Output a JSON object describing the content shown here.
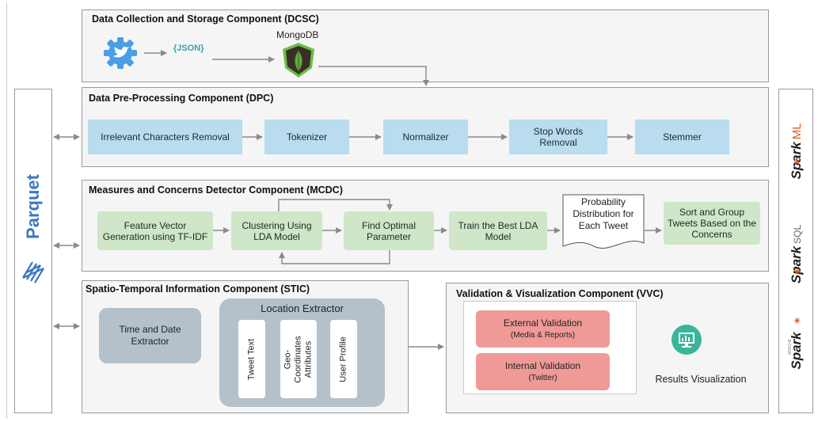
{
  "dcsc": {
    "title": "Data Collection and Storage Component (DCSC)",
    "json_label": "{JSON}",
    "mongodb_label": "MongoDB"
  },
  "dpc": {
    "title": "Data Pre-Processing Component (DPC)",
    "steps": [
      "Irrelevant  Characters Removal",
      "Tokenizer",
      "Normalizer",
      "Stop Words\nRemoval",
      "Stemmer"
    ]
  },
  "mcdc": {
    "title": "Measures and Concerns Detector Component (MCDC)",
    "feature": "Feature Vector\nGeneration using TF-IDF",
    "clustering": "Clustering Using\nLDA Model",
    "optimal": "Find Optimal\nParameter",
    "train": "Train the Best LDA\nModel",
    "probability": "Probability\nDistribution for\nEach Tweet",
    "sort": "Sort and Group\nTweets Based on the\nConcerns"
  },
  "stic": {
    "title": "Spatio-Temporal Information Component (STIC)",
    "time_date": "Time and Date\nExtractor",
    "location_title": "Location Extractor",
    "location_items": [
      "Tweet Text",
      "Geo-\nCoordinates\nAttributes",
      "User Profile"
    ]
  },
  "vvc": {
    "title": "Validation & Visualization Component (VVC)",
    "external": "External Validation",
    "external_sub": "(Media & Reports)",
    "internal": "Internal Validation",
    "internal_sub": "(Twitter)",
    "results": "Results Visualization"
  },
  "left_bar": {
    "label": "Parquet"
  },
  "right_bar": {
    "spark_ml": "Spark",
    "ml_suffix": "ML",
    "spark_sql": "Spark",
    "sql_suffix": "SQL",
    "spark": "Spark",
    "apache": "APACHE"
  },
  "colors": {
    "blue_box": "#b9dcee",
    "green_box": "#cfe6c9",
    "red_box": "#ef9a97",
    "gray_box": "#b4c1ca",
    "parquet_blue": "#3b78c2",
    "spark_orange": "#e25a1c",
    "twitter_blue": "#4a9ee6",
    "mongo_green": "#4caf50",
    "teal_icon": "#3ab49a"
  },
  "icons": [
    "twitter-icon",
    "mongodb-icon",
    "parquet-icon",
    "spark-icon",
    "monitor-chart-icon"
  ]
}
